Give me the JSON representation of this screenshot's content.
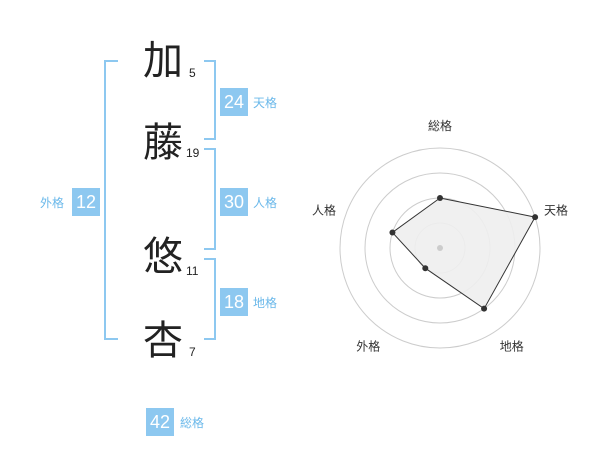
{
  "name_chars": [
    {
      "char": "加",
      "strokes": "5"
    },
    {
      "char": "藤",
      "strokes": "19"
    },
    {
      "char": "悠",
      "strokes": "11"
    },
    {
      "char": "杏",
      "strokes": "7"
    }
  ],
  "kaku": {
    "tenkaku": {
      "value": "24",
      "label": "天格"
    },
    "jinkaku": {
      "value": "30",
      "label": "人格"
    },
    "chikaku": {
      "value": "18",
      "label": "地格"
    },
    "gaikaku": {
      "value": "12",
      "label": "外格"
    },
    "soukaku": {
      "value": "42",
      "label": "総格"
    }
  },
  "colors": {
    "accent": "#8dc8f0",
    "label": "#6ab8ea",
    "radar_fill": "#eeeeee"
  },
  "chart_data": {
    "type": "radar",
    "axes": [
      "総格",
      "天格",
      "地格",
      "外格",
      "人格"
    ],
    "rings": 4,
    "values": [
      0.5,
      1.0,
      0.75,
      0.25,
      0.5
    ]
  }
}
